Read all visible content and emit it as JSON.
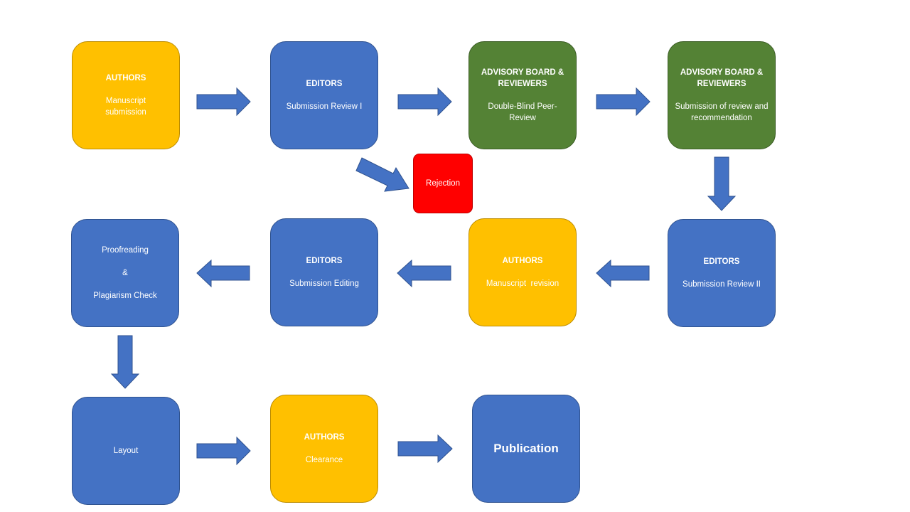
{
  "steps": {
    "authors_submission": {
      "title": "AUTHORS",
      "text": "Manuscript submission"
    },
    "editors_review1": {
      "title": "EDITORS",
      "text": "Submission Review I"
    },
    "board_peer_review": {
      "title": "ADVISORY BOARD & REVIEWERS",
      "text": "Double-Blind Peer-Review"
    },
    "board_recommendation": {
      "title": "ADVISORY BOARD & REVIEWERS",
      "text": "Submission of review and recommendation"
    },
    "rejection": {
      "text": "Rejection"
    },
    "editors_review2": {
      "title": "EDITORS",
      "text": "Submission Review II"
    },
    "authors_revision": {
      "title": "AUTHORS",
      "text": "Manuscript  revision"
    },
    "editors_editing": {
      "title": "EDITORS",
      "text": "Submission Editing"
    },
    "proofreading": {
      "line1": "Proofreading",
      "line2": "&",
      "line3": "Plagiarism Check"
    },
    "layout": {
      "text": "Layout"
    },
    "authors_clearance": {
      "title": "AUTHORS",
      "text": "Clearance"
    },
    "publication": {
      "text": "Publication"
    }
  },
  "colors": {
    "blue": "#4472c4",
    "gold": "#ffc000",
    "green": "#548235",
    "red": "#ff0000"
  }
}
